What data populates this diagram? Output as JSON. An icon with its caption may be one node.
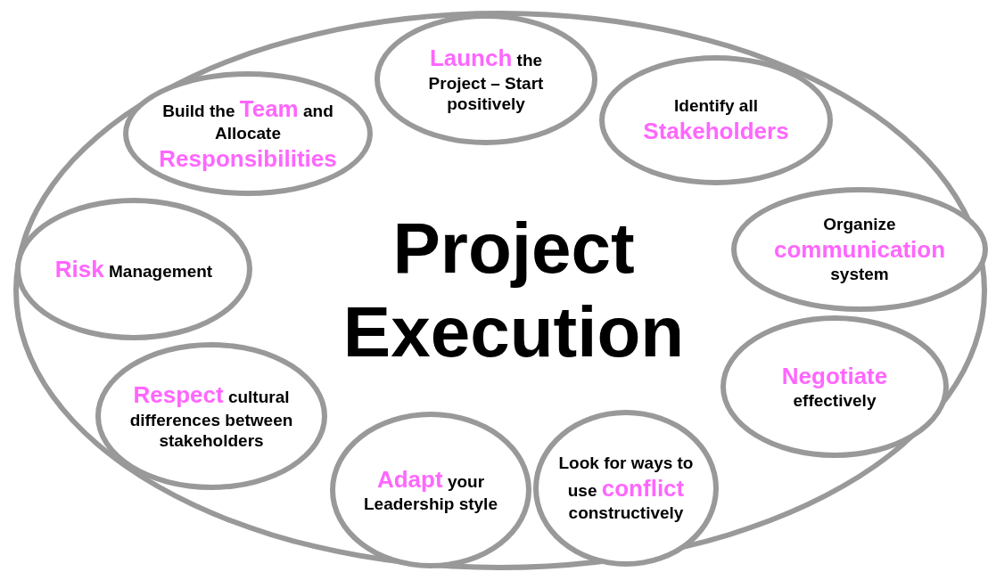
{
  "diagram": {
    "nodes": [
      {
        "text": [
          "Project Execution"
        ]
      },
      {
        "text": [
          "*Launch* the Project – Start positively"
        ],
        "in": 0
      },
      {
        "text": [
          "Identify all *Stakeholders*"
        ],
        "in": 0
      },
      {
        "text": [
          "Organize *communication* system"
        ],
        "in": 0
      },
      {
        "text": [
          "*Negotiate* effectively"
        ],
        "in": 0
      },
      {
        "text": [
          "Look for ways to use *conflict* constructively"
        ],
        "in": 0
      },
      {
        "text": [
          "*Adapt* your Leadership style"
        ],
        "in": 0
      },
      {
        "text": [
          "*Respect* cultural differences between stakeholders"
        ],
        "in": 0
      },
      {
        "text": [
          "*Risk* Management"
        ],
        "in": 0
      },
      {
        "text": [
          "Build the *Team* and Allocate *Responsibilities*"
        ],
        "in": 0
      }
    ]
  }
}
